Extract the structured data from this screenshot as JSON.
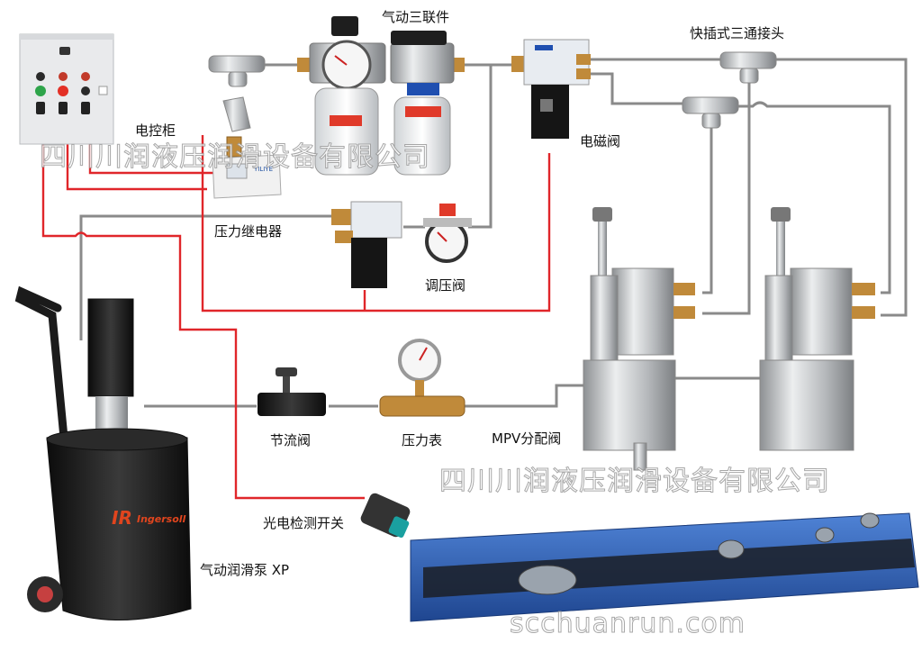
{
  "labels": {
    "control_cabinet": "电控柜",
    "frl_unit": "气动三联件",
    "quick_tee": "快插式三通接头",
    "solenoid_valve": "电磁阀",
    "pressure_relay": "压力继电器",
    "regulator_valve": "调压阀",
    "throttle_valve": "节流阀",
    "pressure_gauge": "压力表",
    "mpv_valve": "MPV分配阀",
    "photo_switch": "光电检测开关",
    "pump": "气动润滑泵 XP"
  },
  "watermarks": {
    "top": "四川川润液压润滑设备有限公司",
    "right": "四川川润液压润滑设备有限公司",
    "bottom": "scchuanrun.com"
  },
  "pump_brand": "Ingersoll",
  "colors": {
    "signal_wire": "#e0262a",
    "air_line": "#8a8a8a",
    "cabinet": "#e9eaec",
    "chain": "#2f63b8",
    "steel": "#c9cbcd",
    "brass": "#c08a3a",
    "pump_body": "#1b1b1b"
  }
}
